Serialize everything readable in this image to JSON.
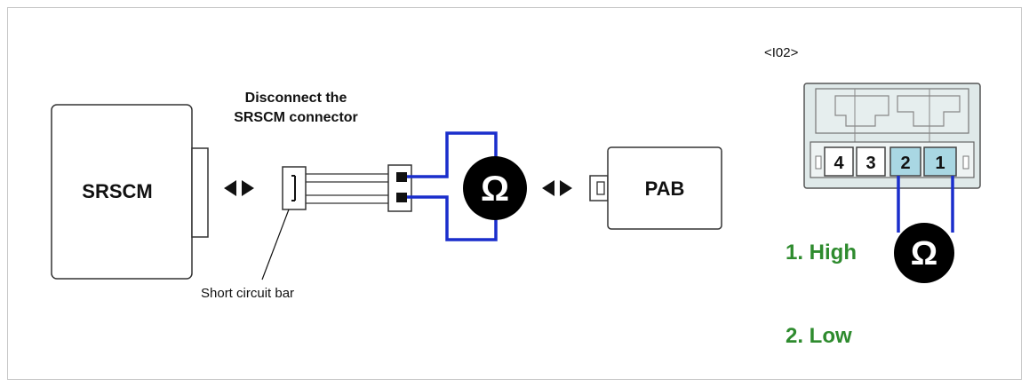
{
  "diagram": {
    "instruction": [
      "Disconnect the",
      "SRSCM connector"
    ],
    "srscm_label": "SRSCM",
    "pab_label": "PAB",
    "short_bar_label": "Short circuit bar",
    "ohm_symbol": "Ω",
    "connector_id": "<I02>",
    "pins": [
      "4",
      "3",
      "2",
      "1"
    ],
    "steps": [
      "1. High",
      "2. Low"
    ]
  },
  "colors": {
    "wire": "#1a2ecc",
    "step_text": "#2e8b2e",
    "pin_highlight": "#a9d7e3",
    "connector_body": "#d6e4e4",
    "meter": "#000000"
  },
  "icons": [
    "ohmmeter-icon",
    "double-arrow-icon"
  ]
}
